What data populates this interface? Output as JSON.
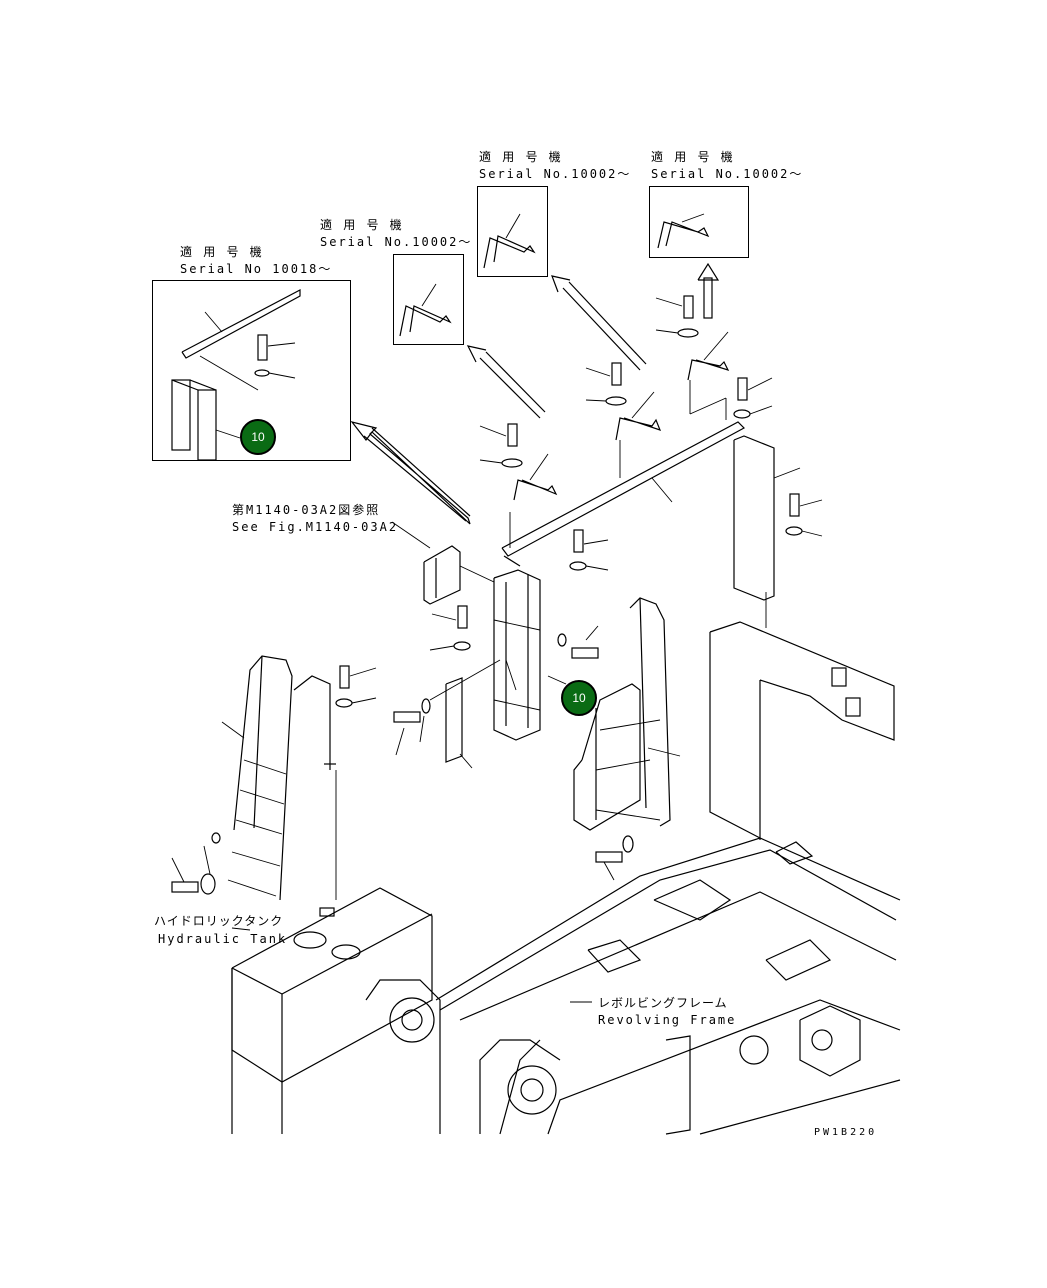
{
  "insets": [
    {
      "id": "inset-a",
      "label_jp": "適 用 号 機",
      "label_serial": "Serial No 10018～"
    },
    {
      "id": "inset-b",
      "label_jp": "適 用 号 機",
      "label_serial": "Serial No.10002～"
    },
    {
      "id": "inset-c",
      "label_jp": "適 用 号 機",
      "label_serial": "Serial No.10002～"
    },
    {
      "id": "inset-d",
      "label_jp": "適 用 号 機",
      "label_serial": "Serial No.10002～"
    }
  ],
  "reference": {
    "jp": "第M1140-03A2図参照",
    "en": "See Fig.M1140-03A2"
  },
  "parts": {
    "hydraulic_tank": {
      "jp": "ハイドロリックタンク",
      "en": "Hydraulic Tank"
    },
    "revolving_frame": {
      "jp": "レボルビングフレーム",
      "en": "Revolving Frame"
    }
  },
  "callouts": [
    {
      "id": "callout-inset",
      "number": "10"
    },
    {
      "id": "callout-main",
      "number": "10"
    }
  ],
  "drawing_code": "PW1B220",
  "colors": {
    "callout_fill": "#0a6b14",
    "callout_text": "#ffffff",
    "line": "#000000"
  }
}
